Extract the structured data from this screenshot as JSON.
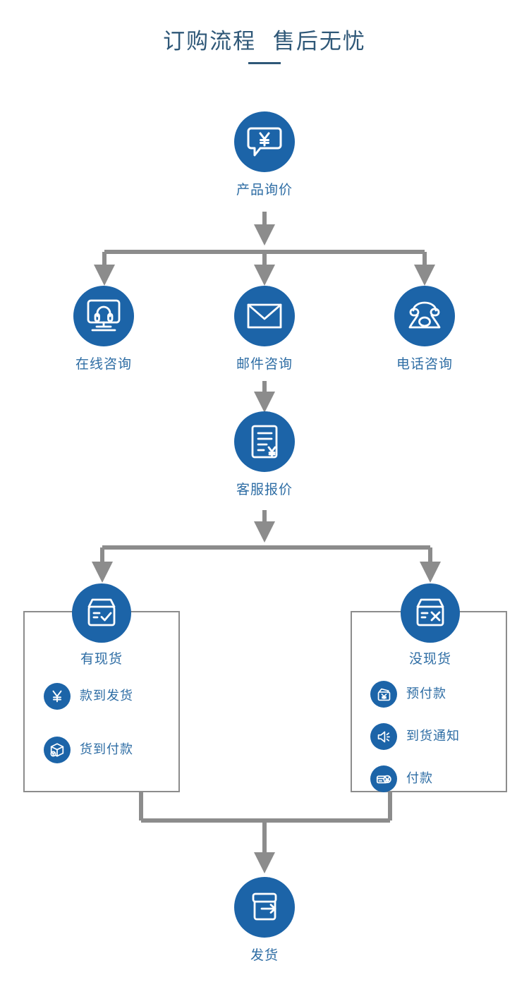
{
  "page": {
    "title_text": "订购流程  售后无忧",
    "accent_blue": "#1c64a8",
    "label_blue": "#2e6da4",
    "title_color": "#2f5878",
    "connector_gray": "#8c8c8c",
    "background": "#ffffff"
  },
  "flow": {
    "start": {
      "label": "产品询价",
      "icon": "chat-bubble-yen-icon"
    },
    "contact_options": [
      {
        "label": "在线咨询",
        "icon": "monitor-headset-icon"
      },
      {
        "label": "邮件咨询",
        "icon": "envelope-icon"
      },
      {
        "label": "电话咨询",
        "icon": "telephone-icon"
      }
    ],
    "quote": {
      "label": "客服报价",
      "icon": "document-yen-icon"
    },
    "outcomes": [
      {
        "label": "有现货",
        "icon": "box-check-icon",
        "options": [
          {
            "label": "款到发货",
            "icon": "yen-circle-icon"
          },
          {
            "label": "货到付款",
            "icon": "package-cube-icon"
          }
        ]
      },
      {
        "label": "没现货",
        "icon": "box-cross-icon",
        "options": [
          {
            "label": "预付款",
            "icon": "wallet-yen-icon"
          },
          {
            "label": "到货通知",
            "icon": "speaker-notify-icon"
          },
          {
            "label": "付款",
            "icon": "card-yen-icon"
          }
        ]
      }
    ],
    "end": {
      "label": "发货",
      "icon": "box-arrow-out-icon"
    }
  }
}
